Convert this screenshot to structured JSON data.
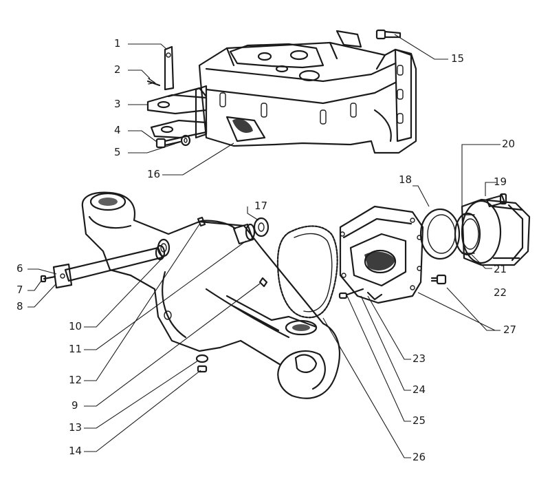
{
  "callouts": {
    "c1": "1",
    "c2": "2",
    "c3": "3",
    "c4": "4",
    "c5": "5",
    "c6": "6",
    "c7": "7",
    "c8": "8",
    "c9": "9",
    "c10": "10",
    "c11": "11",
    "c12": "12",
    "c13": "13",
    "c14": "14",
    "c15": "15",
    "c16": "16",
    "c17": "17",
    "c18": "18",
    "c19": "19",
    "c20": "20",
    "c21": "21",
    "c22": "22",
    "c23": "23",
    "c24": "24",
    "c25": "25",
    "c26": "26",
    "c27": "27"
  },
  "colors": {
    "ink": "#1b1b1b",
    "paper": "#ffffff"
  }
}
